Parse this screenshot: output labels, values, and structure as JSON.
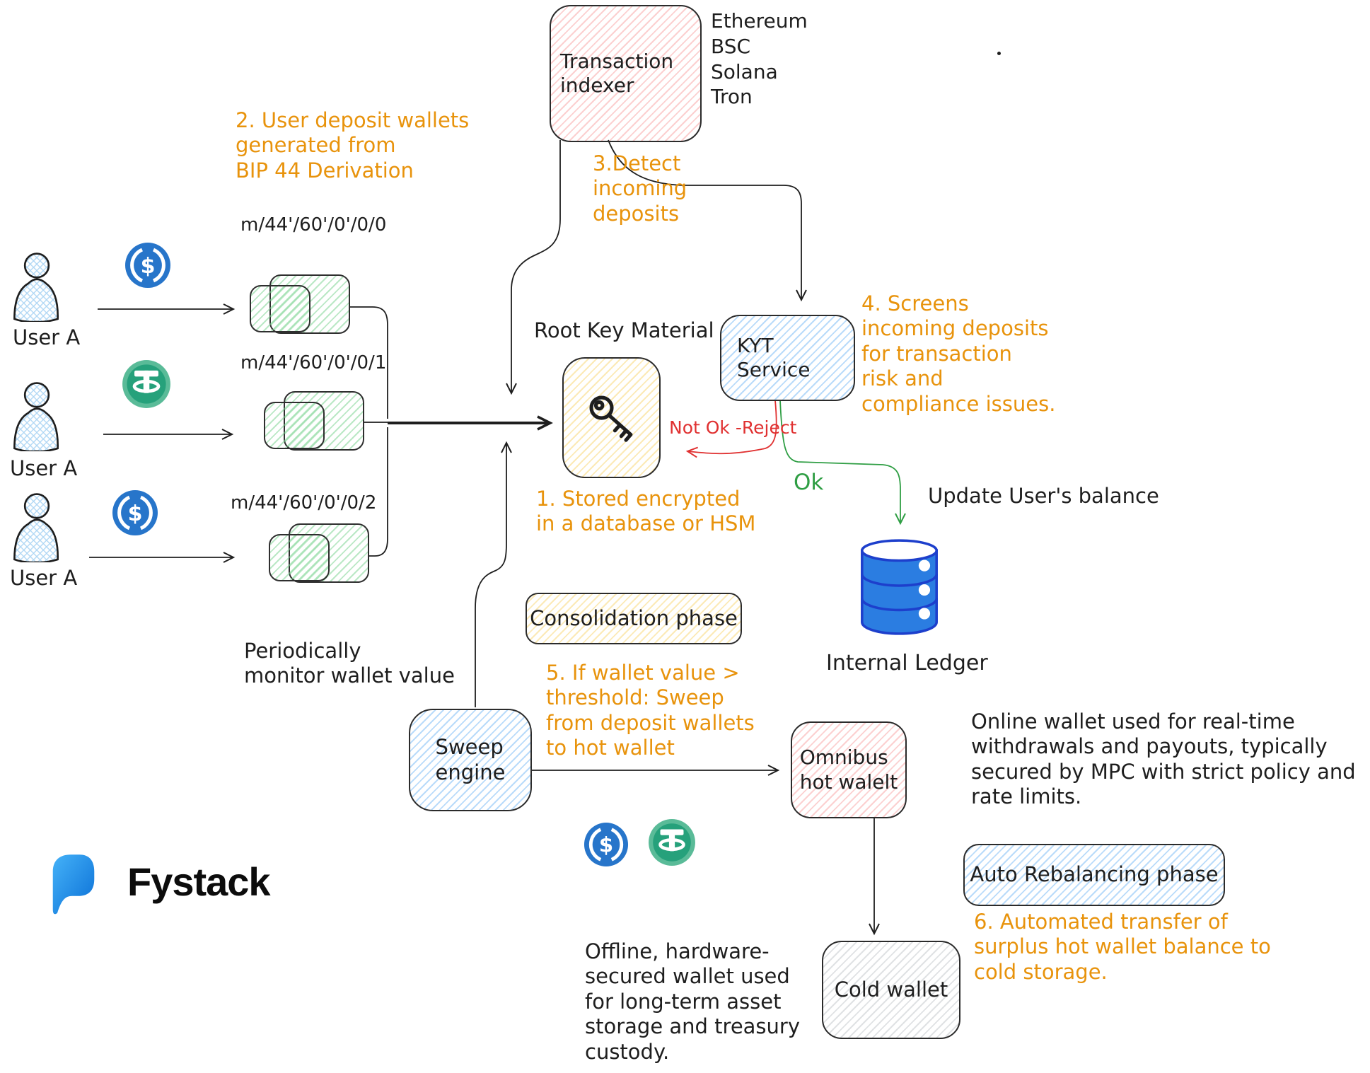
{
  "nodes": {
    "transaction_indexer": "Transaction\nindexer",
    "kyt_service": "KYT\nService",
    "sweep_engine": "Sweep\nengine",
    "omnibus_hot_wallet": "Omnibus\nhot walelt",
    "cold_wallet": "Cold wallet",
    "root_key_material": "Root Key Material",
    "internal_ledger": "Internal Ledger",
    "consolidation_phase": "Consolidation phase",
    "auto_rebalancing_phase": "Auto Rebalancing phase"
  },
  "chains": "Ethereum\nBSC\nSolana\nTron",
  "users": [
    {
      "label": "User A",
      "derivation": "m/44'/60'/0'/0/0",
      "coin": "USDC"
    },
    {
      "label": "User A",
      "derivation": "m/44'/60'/0'/0/1",
      "coin": "USDT"
    },
    {
      "label": "User A",
      "derivation": "m/44'/60'/0'/0/2",
      "coin": "USDC"
    }
  ],
  "notes": {
    "step1": "1. Stored encrypted\nin a database or HSM",
    "step2": "2. User deposit wallets\ngenerated from\nBIP 44 Derivation",
    "step3": "3.Detect\nincoming\ndeposits",
    "step4": "4. Screens\nincoming deposits\nfor transaction\nrisk and\ncompliance issues.",
    "step5": "5. If wallet value >\nthreshold: Sweep\nfrom deposit wallets\nto hot wallet",
    "step6": "6. Automated transfer of\nsurplus hot wallet balance to\ncold storage.",
    "monitor": "Periodically\nmonitor wallet value",
    "reject": "Not Ok -Reject",
    "ok": "Ok",
    "update_balance": "Update User's balance",
    "hot_wallet_desc": "Online wallet used for real-time\nwithdrawals and payouts, typically\nsecured by MPC with strict policy and\nrate limits.",
    "cold_wallet_desc": "Offline, hardware-\nsecured wallet used\nfor long-term asset\nstorage and treasury\ncustody."
  },
  "logo": "Fystack",
  "colors": {
    "orange": "#e8930c",
    "red": "#e03131",
    "green": "#2f9e44",
    "ink": "#1e1e1e",
    "usdc_blue": "#2775ca",
    "usdt_teal": "#26a17b",
    "ledger_blue": "#2b7de1",
    "logo_blue": "#1d9bf0"
  }
}
